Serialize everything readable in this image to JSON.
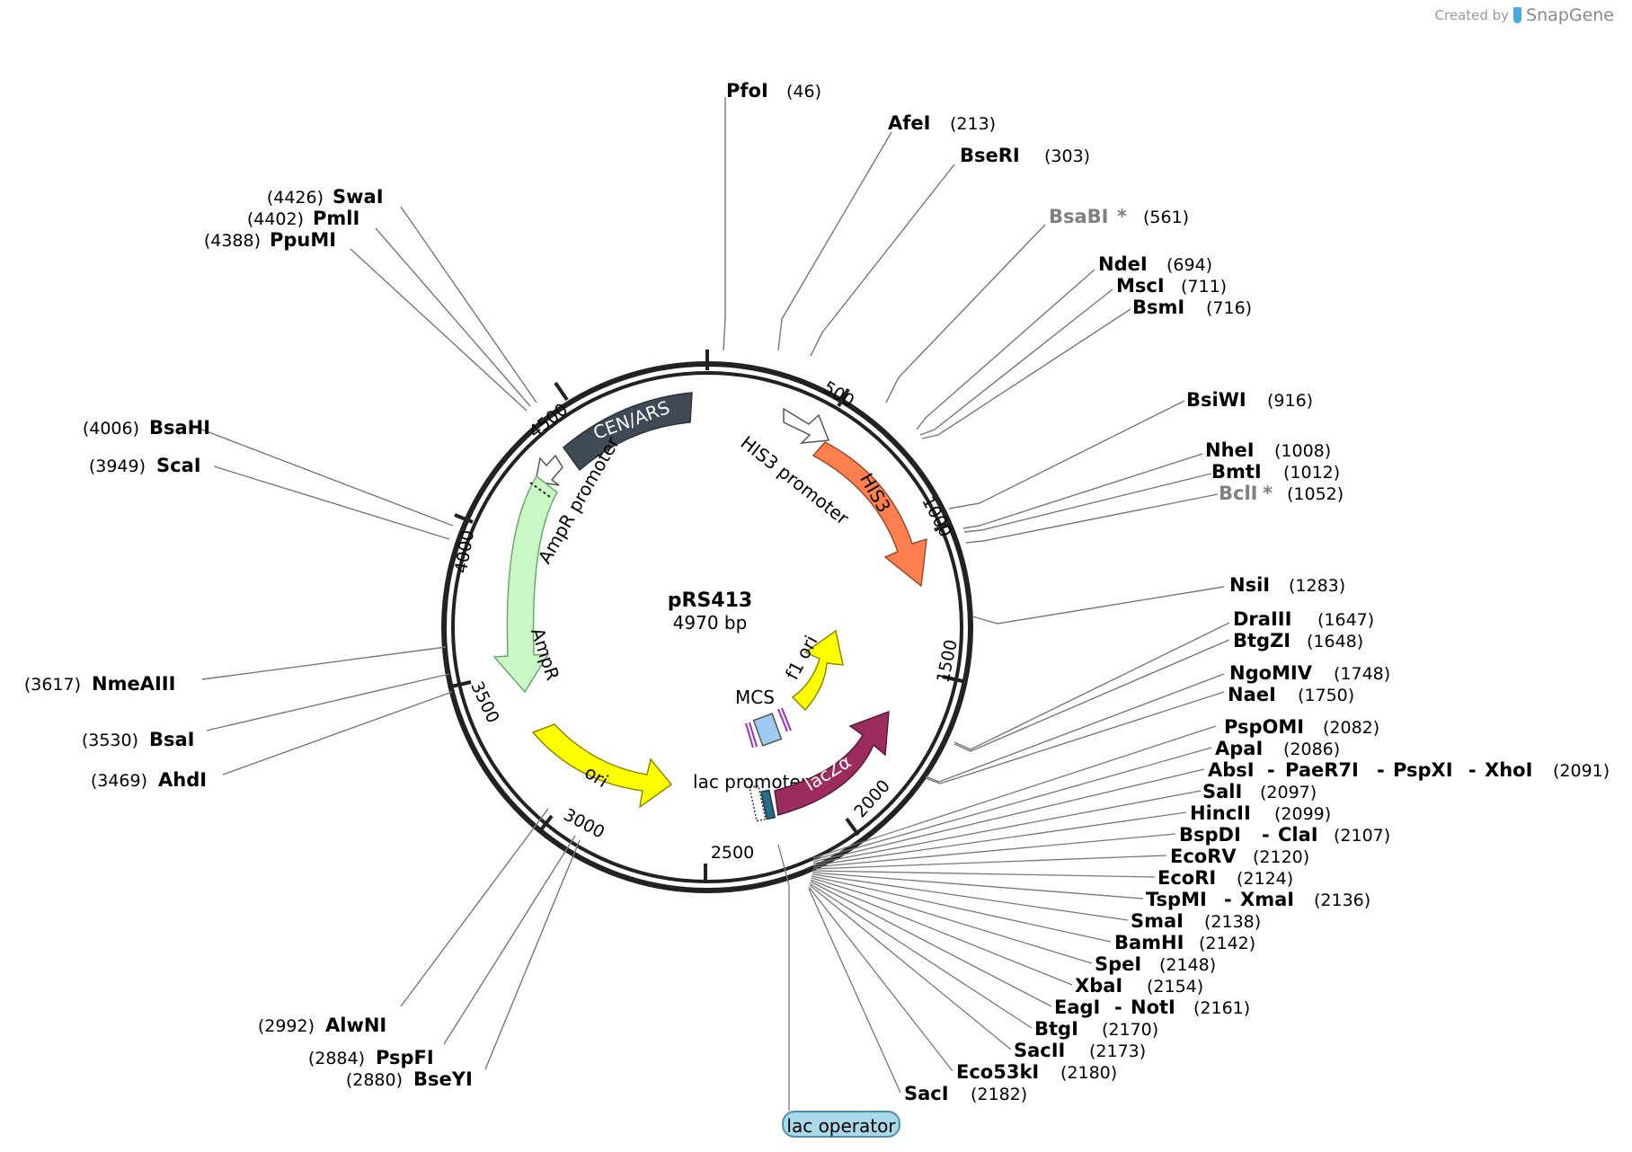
{
  "credit": {
    "prefix": "Created by",
    "brand": "SnapGene"
  },
  "plasmid": {
    "name": "pRS413",
    "length_label": "4970 bp"
  },
  "ticks": [
    "500",
    "1000",
    "1500",
    "2000",
    "2500",
    "3000",
    "3500",
    "4000",
    "4500"
  ],
  "features": [
    {
      "id": "cenars",
      "label": "CEN/ARS",
      "color": "#3f4a56"
    },
    {
      "id": "his3prom",
      "label": "HIS3 promoter",
      "color": "#ffffff"
    },
    {
      "id": "his3",
      "label": "HIS3",
      "color": "#ff7f4f"
    },
    {
      "id": "ampprom",
      "label": "AmpR promoter",
      "color": "#ffffff"
    },
    {
      "id": "ampr",
      "label": "AmpR",
      "color": "#c9f7c6"
    },
    {
      "id": "ori",
      "label": "ori",
      "color": "#ffff00"
    },
    {
      "id": "f1ori",
      "label": "f1 ori",
      "color": "#ffff00"
    },
    {
      "id": "mcs",
      "label": "MCS",
      "color": "#9ec9f0"
    },
    {
      "id": "lacprom",
      "label": "lac promoter",
      "color": "#ffffff"
    },
    {
      "id": "lacz",
      "label": "lacZα",
      "color": "#9c2c5e"
    }
  ],
  "lac_operator": "lac operator",
  "enzymes_right": [
    {
      "name": "PfoI",
      "pos": "(46)"
    },
    {
      "name": "AfeI",
      "pos": "(213)"
    },
    {
      "name": "BseRI",
      "pos": "(303)"
    },
    {
      "name": "BsaBI",
      "star": "*",
      "pos": "(561)",
      "grey": true
    },
    {
      "name": "NdeI",
      "pos": "(694)"
    },
    {
      "name": "MscI",
      "pos": "(711)"
    },
    {
      "name": "BsmI",
      "pos": "(716)"
    },
    {
      "name": "BsiWI",
      "pos": "(916)"
    },
    {
      "name": "NheI",
      "pos": "(1008)"
    },
    {
      "name": "BmtI",
      "pos": "(1012)"
    },
    {
      "name": "BclI",
      "star": "*",
      "pos": "(1052)",
      "grey": true
    },
    {
      "name": "NsiI",
      "pos": "(1283)"
    },
    {
      "name": "DraIII",
      "pos": "(1647)"
    },
    {
      "name": "BtgZI",
      "pos": "(1648)"
    },
    {
      "name": "NgoMIV",
      "pos": "(1748)"
    },
    {
      "name": "NaeI",
      "pos": "(1750)"
    },
    {
      "name": "PspOMI",
      "pos": "(2082)"
    },
    {
      "name": "ApaI",
      "pos": "(2086)"
    },
    {
      "name": "AbsI",
      "extra": [
        "PaeR7I",
        "PspXI",
        "XhoI"
      ],
      "pos": "(2091)"
    },
    {
      "name": "SalI",
      "pos": "(2097)"
    },
    {
      "name": "HincII",
      "pos": "(2099)"
    },
    {
      "name": "BspDI",
      "extra": [
        "ClaI"
      ],
      "pos": "(2107)"
    },
    {
      "name": "EcoRV",
      "pos": "(2120)"
    },
    {
      "name": "EcoRI",
      "pos": "(2124)"
    },
    {
      "name": "TspMI",
      "extra": [
        "XmaI"
      ],
      "pos": "(2136)"
    },
    {
      "name": "SmaI",
      "pos": "(2138)"
    },
    {
      "name": "BamHI",
      "pos": "(2142)"
    },
    {
      "name": "SpeI",
      "pos": "(2148)"
    },
    {
      "name": "XbaI",
      "pos": "(2154)"
    },
    {
      "name": "EagI",
      "extra": [
        "NotI"
      ],
      "pos": "(2161)"
    },
    {
      "name": "BtgI",
      "pos": "(2170)"
    },
    {
      "name": "SacII",
      "pos": "(2173)"
    },
    {
      "name": "Eco53kI",
      "pos": "(2180)"
    },
    {
      "name": "SacI",
      "pos": "(2182)"
    }
  ],
  "enzymes_left": [
    {
      "name": "SwaI",
      "pos": "(4426)"
    },
    {
      "name": "PmlI",
      "pos": "(4402)"
    },
    {
      "name": "PpuMI",
      "pos": "(4388)"
    },
    {
      "name": "BsaHI",
      "pos": "(4006)"
    },
    {
      "name": "ScaI",
      "pos": "(3949)"
    },
    {
      "name": "NmeAIII",
      "pos": "(3617)"
    },
    {
      "name": "BsaI",
      "pos": "(3530)"
    },
    {
      "name": "AhdI",
      "pos": "(3469)"
    },
    {
      "name": "AlwNI",
      "pos": "(2992)"
    },
    {
      "name": "PspFI",
      "pos": "(2884)"
    },
    {
      "name": "BseYI",
      "pos": "(2880)"
    }
  ]
}
